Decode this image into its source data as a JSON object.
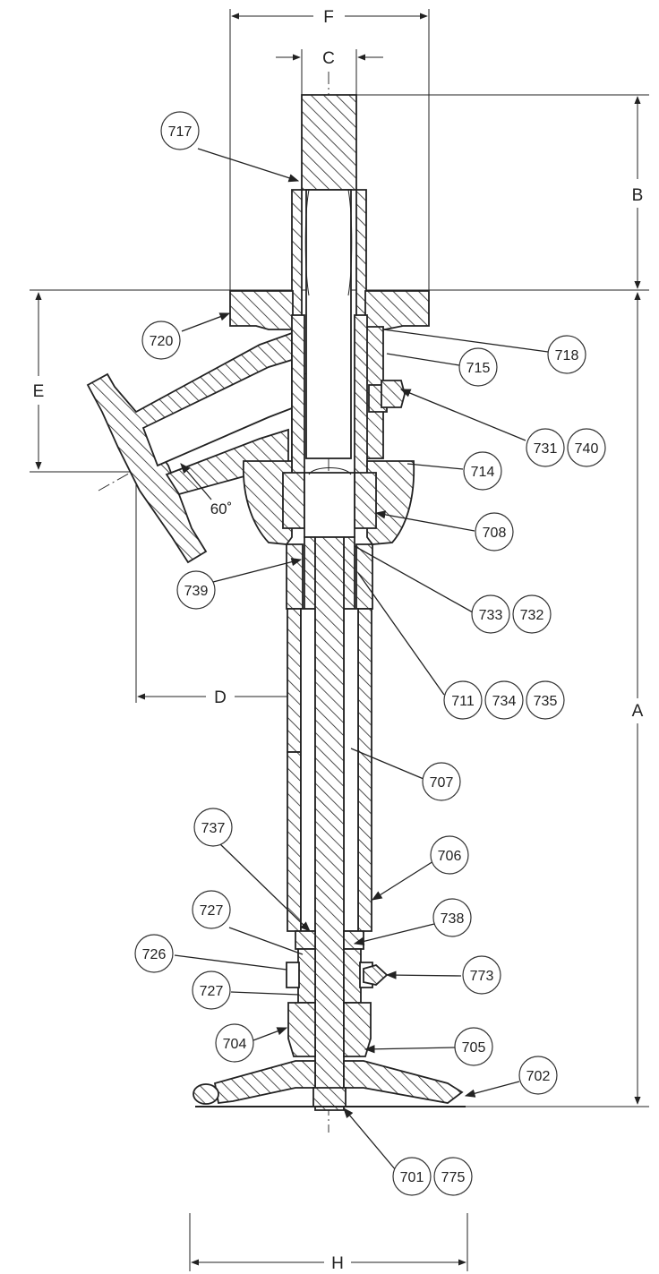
{
  "dimensions": {
    "F": "F",
    "C": "C",
    "B": "B",
    "A": "A",
    "E": "E",
    "D": "D",
    "H": "H"
  },
  "angle": "60˚",
  "callouts": [
    {
      "id": "c717",
      "label": "717"
    },
    {
      "id": "c720",
      "label": "720"
    },
    {
      "id": "c718",
      "label": "718"
    },
    {
      "id": "c715",
      "label": "715"
    },
    {
      "id": "c731",
      "label": "731"
    },
    {
      "id": "c740",
      "label": "740"
    },
    {
      "id": "c714",
      "label": "714"
    },
    {
      "id": "c708",
      "label": "708"
    },
    {
      "id": "c739",
      "label": "739"
    },
    {
      "id": "c733",
      "label": "733"
    },
    {
      "id": "c732",
      "label": "732"
    },
    {
      "id": "c711",
      "label": "711"
    },
    {
      "id": "c734",
      "label": "734"
    },
    {
      "id": "c735",
      "label": "735"
    },
    {
      "id": "c707",
      "label": "707"
    },
    {
      "id": "c737",
      "label": "737"
    },
    {
      "id": "c706",
      "label": "706"
    },
    {
      "id": "c727a",
      "label": "727"
    },
    {
      "id": "c738",
      "label": "738"
    },
    {
      "id": "c726",
      "label": "726"
    },
    {
      "id": "c773",
      "label": "773"
    },
    {
      "id": "c727b",
      "label": "727"
    },
    {
      "id": "c704",
      "label": "704"
    },
    {
      "id": "c705",
      "label": "705"
    },
    {
      "id": "c702",
      "label": "702"
    },
    {
      "id": "c701",
      "label": "701"
    },
    {
      "id": "c775",
      "label": "775"
    }
  ]
}
